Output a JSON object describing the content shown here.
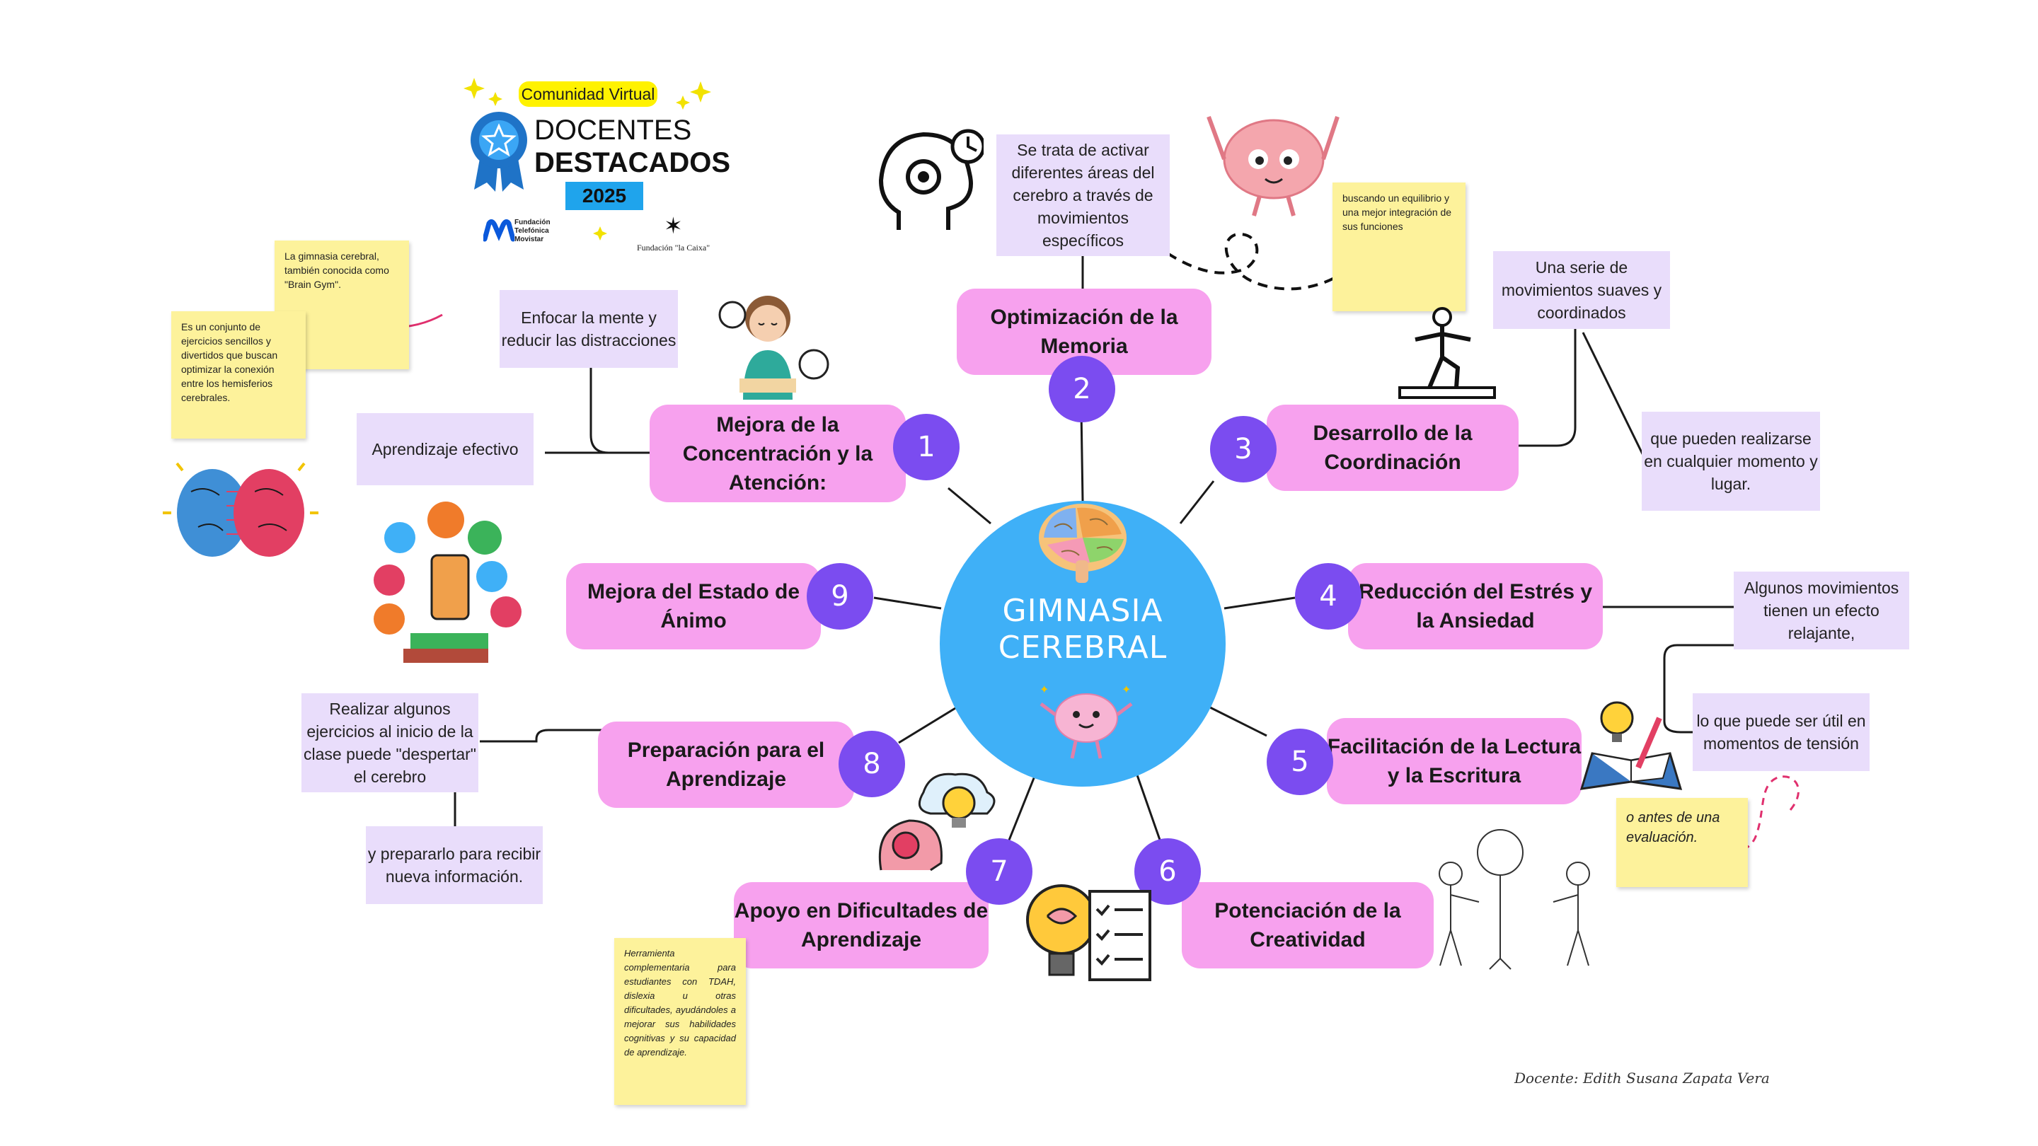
{
  "logo": {
    "community": "Comunidad Virtual",
    "line1": "DOCENTES",
    "line2": "DESTACADOS",
    "year": "2025",
    "sponsor1": "Fundación Telefónica Movistar",
    "sponsor2": "Fundación \"la Caixa\""
  },
  "center": {
    "line1": "GIMNASIA",
    "line2": "CEREBRAL"
  },
  "nodes": [
    {
      "number": "1",
      "label": "Mejora de la Concentración y la Atención:"
    },
    {
      "number": "2",
      "label": "Optimización de la Memoria"
    },
    {
      "number": "3",
      "label": "Desarrollo de la Coordinación"
    },
    {
      "number": "4",
      "label": "Reducción del Estrés y la Ansiedad"
    },
    {
      "number": "5",
      "label": "Facilitación de la Lectura y la Escritura"
    },
    {
      "number": "6",
      "label": "Potenciación de la Creatividad"
    },
    {
      "number": "7",
      "label": "Apoyo en Dificultades de Aprendizaje"
    },
    {
      "number": "8",
      "label": "Preparación para el Aprendizaje"
    },
    {
      "number": "9",
      "label": "Mejora del Estado de Ánimo"
    }
  ],
  "notes": {
    "focus": "Enfocar la mente y reducir las distracciones",
    "effective": "Aprendizaje efectivo",
    "memory": "Se trata de activar diferentes áreas del cerebro a través de movimientos específicos",
    "coordination_a": "Una serie de movimientos suaves y coordinados",
    "coordination_b": "que pueden realizarse en cualquier momento y lugar.",
    "stress_a": "Algunos movimientos tienen un efecto relajante,",
    "stress_b": "lo que puede ser útil en momentos de tensión",
    "prep_a": "Realizar algunos ejercicios al inicio de la clase puede \"despertar\" el cerebro",
    "prep_b": "y prepararlo para recibir nueva información."
  },
  "stickies": {
    "brain_gym": "La gimnasia cerebral, también conocida como \"Brain Gym\".",
    "definition": "Es un conjunto de ejercicios sencillos y divertidos que buscan optimizar la conexión entre los hemisferios cerebrales.",
    "balance": "buscando un equilibrio y una mejor integración de sus funciones",
    "evaluation": "o antes de una evaluación.",
    "tool": "Herramienta complementaria para estudiantes con TDAH, dislexia u otras dificultades, ayudándoles a mejorar sus habilidades cognitivas y su capacidad de aprendizaje."
  },
  "signature": "Docente: Edith Susana Zapata Vera",
  "colors": {
    "center": "#3fb0f7",
    "node": "#f7a1ee",
    "number": "#7b4cf0",
    "note": "#e9ddfb",
    "sticky": "#fdf29b",
    "accent_pink": "#e0306e"
  }
}
